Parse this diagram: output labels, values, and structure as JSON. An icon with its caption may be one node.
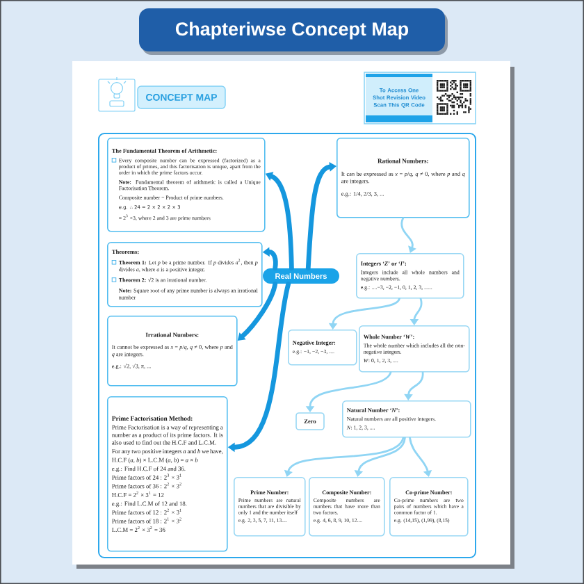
{
  "diagram": {
    "title": "Chapteriwse Concept Map",
    "nodes": [
      {
        "text": [
          "CONCEPT MAP"
        ]
      },
      {
        "text": [
          "To Access One Shot Revision Video Scan This QR Code"
        ]
      },
      {
        "text": [
          "The Fundamental Theorem of Arithmetic:",
          "Every composite number can be expressed (factorized) as a product of primes, and this factorisation is unique, apart from the order in which the prime factors occur.",
          "**Note:** Fundamental theorem of arithmetic is called a Unique Factorisation Theorem.",
          "Composite number = Product of prime numbers.",
          "e.g. ∴ 24 = 2 × 2 × 2 × 3",
          "= 2$^{3}$ ×3, where 2 and 3 are prime numbers"
        ]
      },
      {
        "text": [
          "Theorems:",
          "**Theorem 1:** Let *p* be a prime number. If *p* divides *a*$^{2}$, then *p* divides *a*, where *a* is a positive integer.",
          "**Theorem 2:** √2 is an irrational number.",
          "**Note:** Square root of any prime number is always an irrational number"
        ]
      },
      {
        "text": [
          "Irrational Numbers:",
          "It cannot be expressed as *x* = *p*/*q*, *q* ≠ 0, where *p* and *q* are integers.",
          "e.g.: √2, √3, π, ..."
        ]
      },
      {
        "text": [
          "Prime Factorisation Method:",
          "Prime Factorisation is a way of representing a number as a product of its prime factors. It is also used to find out the H.C.F and L.C.M.",
          "For any two positive integers *a* and *b* we have,",
          "H.C.F (*a*, *b*) × L.C.M (*a*, *b*) = *a* × *b*",
          "e.g.: Find H.C.F of 24 and 36.",
          "Prime factors of 24 : 2$^{3}$ × 3$^{1}$",
          "Prime factors of 36 : 2$^{2}$ × 3$^{2}$",
          "H.C.F = 2$^{2}$ × 3$^{1}$ = 12",
          "e.g.: Find L.C.M of 12 and 18.",
          "Prime factors of 12 : 2$^{2}$ × 3$^{1}$",
          "Prime factors of 18 : 2$^{1}$ × 3$^{2}$",
          "L.C.M = 2$^{2}$ × 3$^{2}$ = 36"
        ]
      },
      {
        "text": [
          "Real Numbers"
        ]
      },
      {
        "text": [
          "Rational Numbers:",
          "It can be expressed as *x* = *p*/*q*, *q* ≠ 0, where *p* and *q* are integers.",
          "e.g.: 1/4, 2/3, 3, ..."
        ]
      },
      {
        "text": [
          "Integers ‘*Z*’ or ‘*I*’:",
          "Integers include all whole numbers and negative numbers.",
          "e.g.: ....−3, −2, −1, 0, 1, 2, 3, ......"
        ]
      },
      {
        "text": [
          "Negative Integer:",
          "e.g.: −1, −2, −3, ...."
        ]
      },
      {
        "text": [
          "Whole Number ‘*W*’:",
          "The whole number which includes all the non-negative integers.",
          "*W*: 0, 1, 2, 3, ...."
        ]
      },
      {
        "text": [
          "Zero"
        ]
      },
      {
        "text": [
          "Natural Number ‘*N*’:",
          "Natural numbers are all positive integers.",
          "*N*: 1, 2, 3, ...."
        ]
      },
      {
        "text": [
          "Prime Number:",
          "Prime numbers are natural numbers that are divisible by only 1 and the number itself",
          "e.g. 2, 3, 5, 7, 11, 13...."
        ]
      },
      {
        "text": [
          "Composite Number:",
          "Composite numbers are numbers that have more than two factors.",
          "e.g. 4, 6, 8, 9, 10, 12...."
        ]
      },
      {
        "text": [
          "Co-prime Number:",
          "Co-prime numbers are two pairs of numbers which have a common factor of 1.",
          "e.g. (14,15), (1,99), (8,15)"
        ]
      }
    ],
    "edges": [
      {
        "from": 6,
        "to": 2,
        "arrow": "to",
        "style": "thick",
        "color": "#1597de"
      },
      {
        "from": 6,
        "to": 3,
        "arrow": "to",
        "style": "thick",
        "color": "#1597de"
      },
      {
        "from": 6,
        "to": 4,
        "arrow": "to",
        "style": "thick",
        "color": "#1597de"
      },
      {
        "from": 6,
        "to": 5,
        "arrow": "to",
        "style": "thick",
        "color": "#1597de"
      },
      {
        "from": 6,
        "to": 7,
        "arrow": "to",
        "style": "thick",
        "color": "#1597de"
      },
      {
        "from": 7,
        "to": 8,
        "arrow": "to"
      },
      {
        "from": 8,
        "to": 9,
        "arrow": "to"
      },
      {
        "from": 8,
        "to": 10,
        "arrow": "to"
      },
      {
        "from": 10,
        "to": 11,
        "arrow": "to"
      },
      {
        "from": 10,
        "to": 12,
        "arrow": "to"
      },
      {
        "from": 12,
        "to": 13,
        "arrow": "to"
      },
      {
        "from": 12,
        "to": 14,
        "arrow": "to"
      },
      {
        "from": 12,
        "to": 15,
        "arrow": "to"
      }
    ]
  }
}
